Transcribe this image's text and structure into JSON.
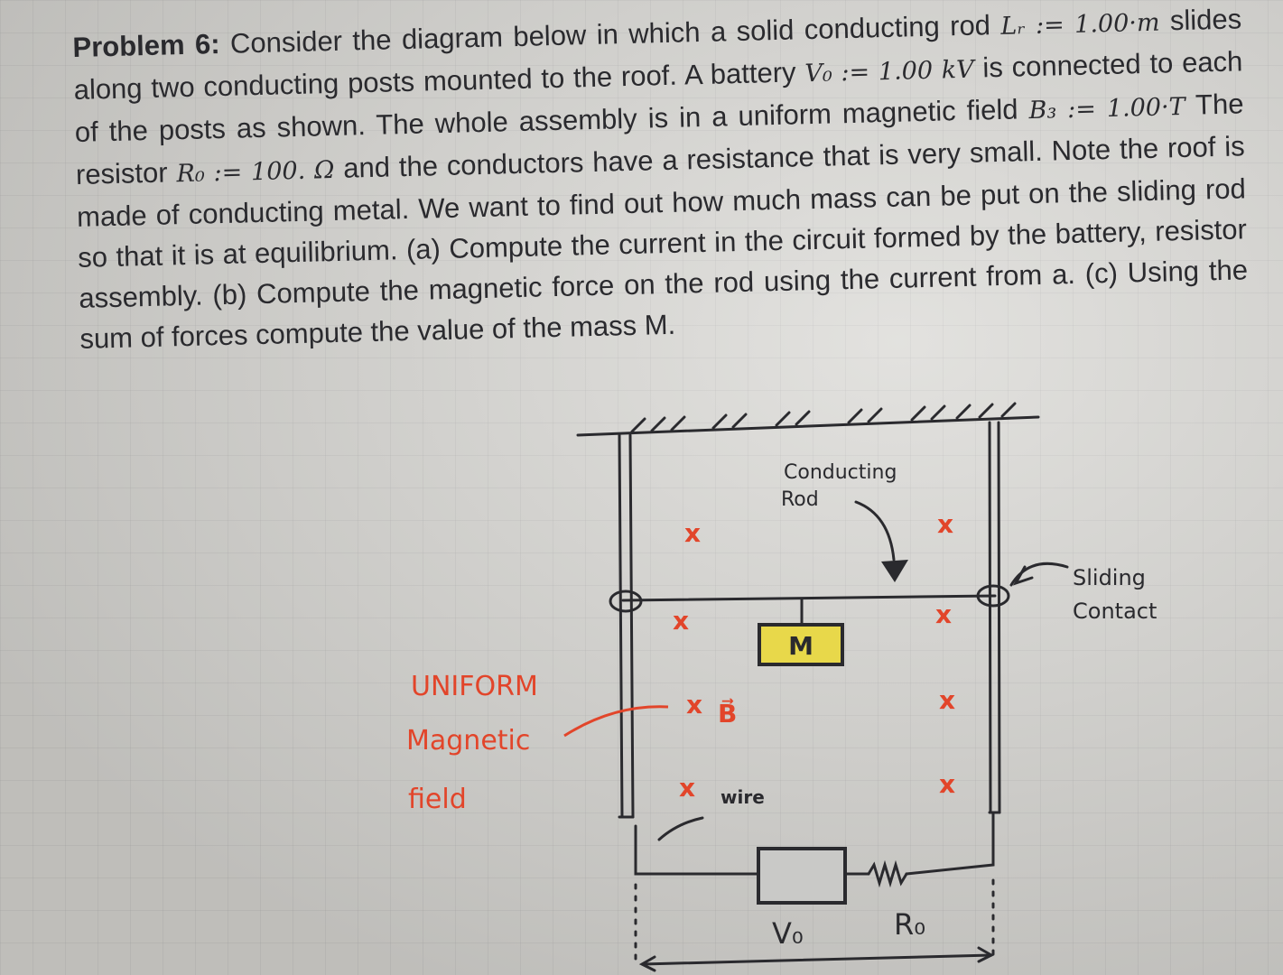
{
  "problem": {
    "label": "Problem 6:",
    "text_1": "Consider the diagram below in which a solid conducting rod",
    "rod_length": "Lᵣ := 1.00·m",
    "text_2": "slides along two conducting posts mounted to the roof. A battery",
    "battery_voltage": "V₀ := 1.00 kV",
    "text_3": "is connected to each of the posts as shown. The whole assembly is in a uniform magnetic field",
    "field_value": "B₃ := 1.00·T",
    "text_4": "The resistor",
    "resistor_value": "R₀ := 100. Ω",
    "text_5": "and the conductors have a resistance that is very small. Note the roof is made of conducting metal. We want to find out how much mass can be put on the sliding rod so that it is at equilibrium. (a) Compute the current in the circuit formed by the battery, resistor assembly. (b) Compute the magnetic force on the rod using the current from a. (c) Using the sum of forces compute the value of the mass M."
  },
  "diagram": {
    "rod_label_1": "Conducting",
    "rod_label_2": "Rod",
    "contact_label_1": "Sliding",
    "contact_label_2": "Contact",
    "field_label_1": "UNIFORM",
    "field_label_2": "Magnetic",
    "field_label_3": "field",
    "mass_label": "M",
    "field_vector_label": "B⃗",
    "wire_label": "wire",
    "battery_label": "V₀",
    "resistor_label": "R₀",
    "field_marks": [
      "x",
      "x",
      "x",
      "x",
      "x",
      "x",
      "x",
      "x"
    ],
    "colors": {
      "ink": "#2a2a2e",
      "red": "#e2452a",
      "mass_fill": "#e8d84a",
      "battery_fill": "#c9c9c7"
    }
  }
}
